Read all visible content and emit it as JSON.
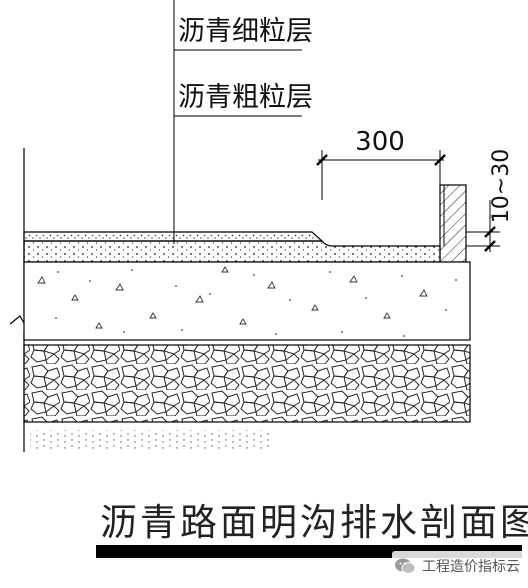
{
  "labels": {
    "fine_layer": "沥青细粒层",
    "coarse_layer": "沥青粗粒层",
    "width_dim": "300",
    "height_dim": "10~30"
  },
  "title": "沥青路面明沟排水剖面图",
  "watermark": {
    "icon": "wechat-icon",
    "text": "工程造价指标云"
  },
  "colors": {
    "line": "#000000",
    "ink": "#111111"
  }
}
